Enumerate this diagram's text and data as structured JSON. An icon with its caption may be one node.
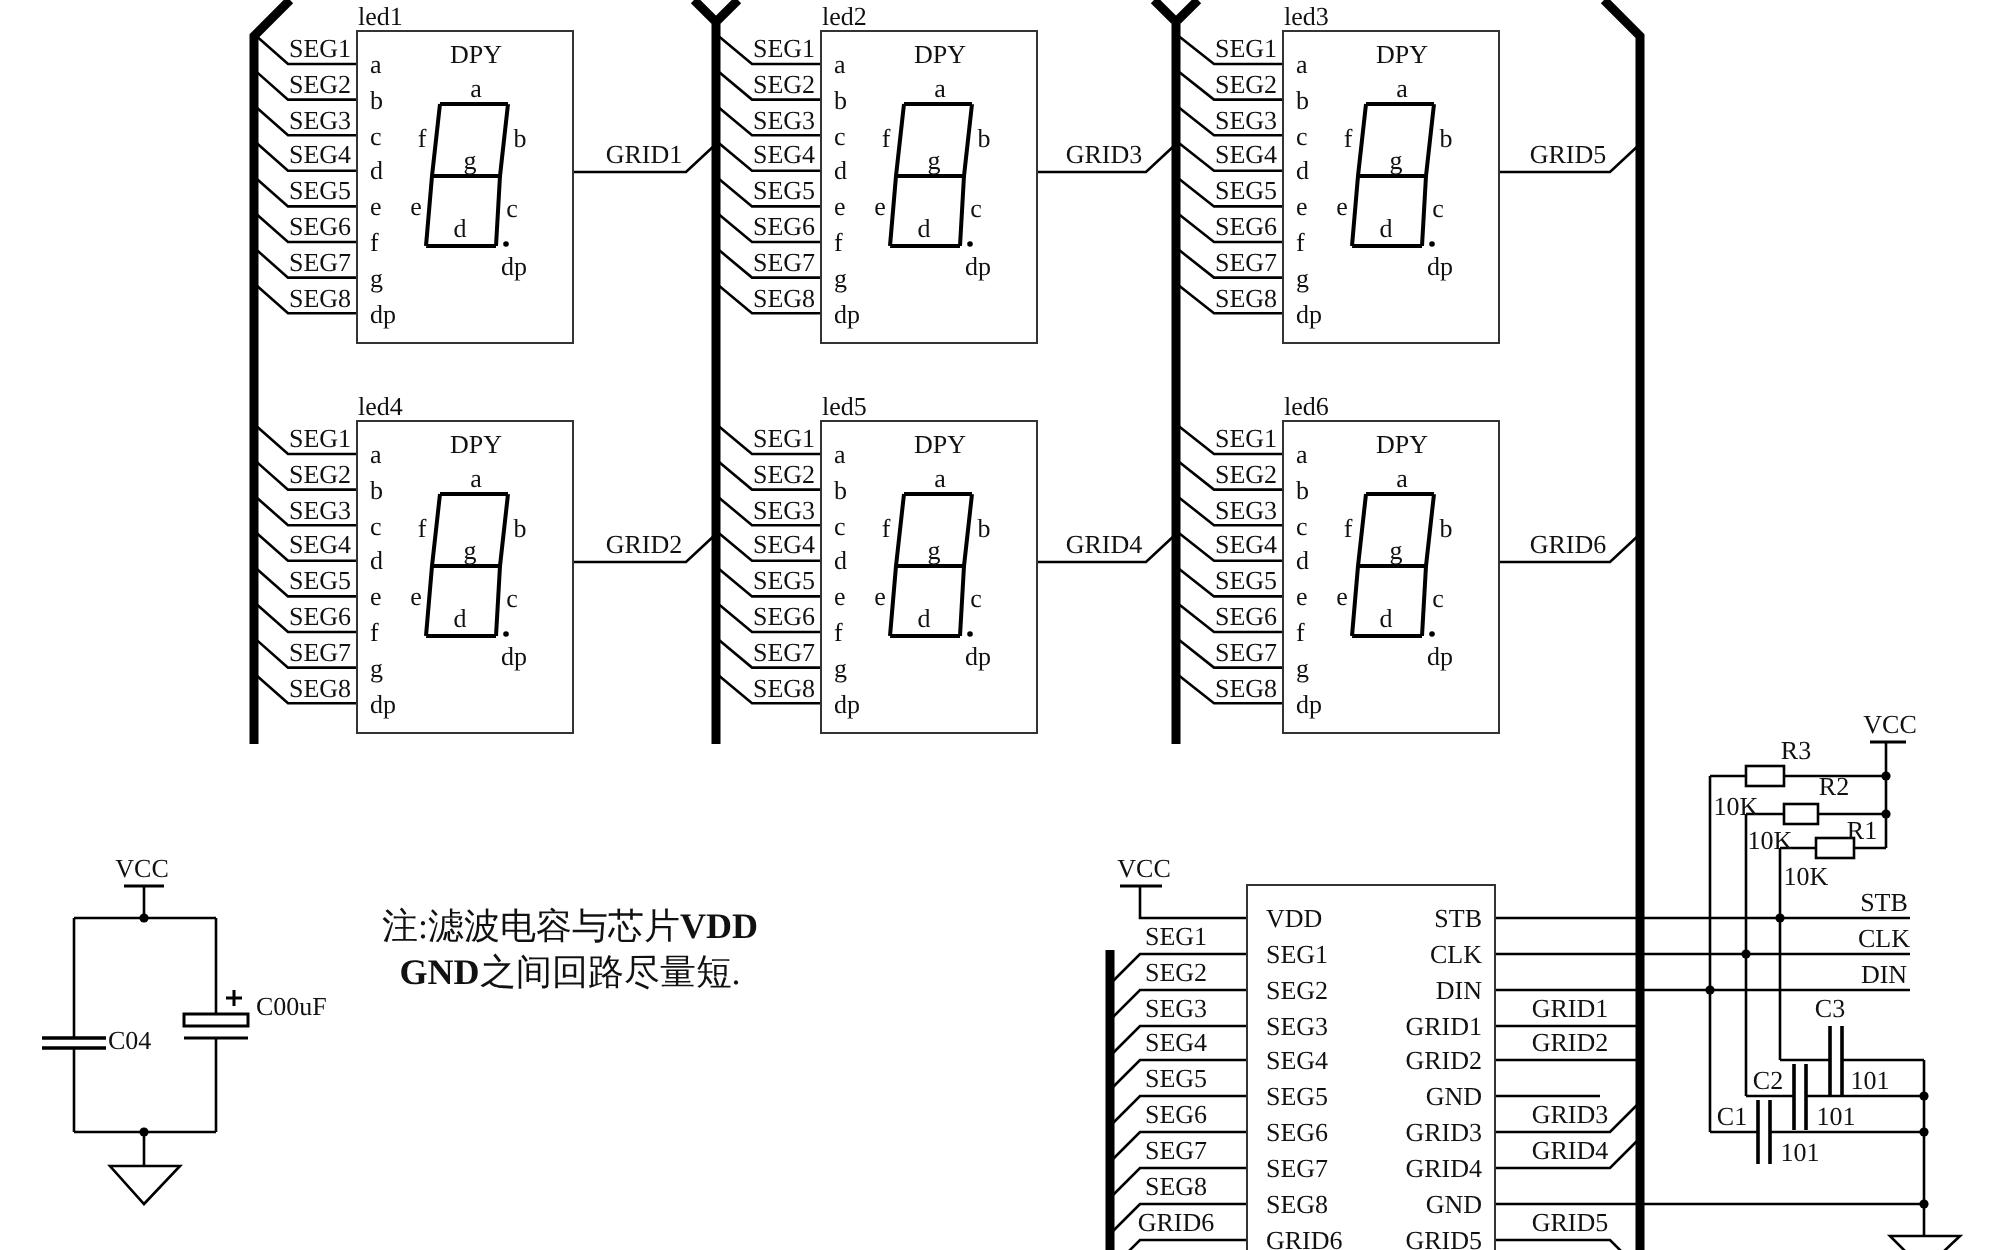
{
  "diagram": {
    "nodes": [
      {
        "text": [
          "led1",
          "DPY",
          "a",
          "b",
          "c",
          "d",
          "e",
          "f",
          "g",
          "dp",
          "a",
          "f",
          "b",
          "g",
          "e",
          "c",
          "d",
          "dp"
        ],
        "beside": [
          "SEG1",
          "SEG2",
          "SEG3",
          "SEG4",
          "SEG5",
          "SEG6",
          "SEG7",
          "SEG8"
        ]
      },
      {
        "text": [
          "led2",
          "DPY",
          "a",
          "b",
          "c",
          "d",
          "e",
          "f",
          "g",
          "dp",
          "a",
          "f",
          "b",
          "g",
          "e",
          "c",
          "d",
          "dp"
        ],
        "beside": [
          "SEG1",
          "SEG2",
          "SEG3",
          "SEG4",
          "SEG5",
          "SEG6",
          "SEG7",
          "SEG8"
        ]
      },
      {
        "text": [
          "led3",
          "DPY",
          "a",
          "b",
          "c",
          "d",
          "e",
          "f",
          "g",
          "dp",
          "a",
          "f",
          "b",
          "g",
          "e",
          "c",
          "d",
          "dp"
        ],
        "beside": [
          "SEG1",
          "SEG2",
          "SEG3",
          "SEG4",
          "SEG5",
          "SEG6",
          "SEG7",
          "SEG8"
        ]
      },
      {
        "text": [
          "led4",
          "DPY",
          "a",
          "b",
          "c",
          "d",
          "e",
          "f",
          "g",
          "dp",
          "a",
          "f",
          "b",
          "g",
          "e",
          "c",
          "d",
          "dp"
        ],
        "beside": [
          "SEG1",
          "SEG2",
          "SEG3",
          "SEG4",
          "SEG5",
          "SEG6",
          "SEG7",
          "SEG8"
        ]
      },
      {
        "text": [
          "led5",
          "DPY",
          "a",
          "b",
          "c",
          "d",
          "e",
          "f",
          "g",
          "dp",
          "a",
          "f",
          "b",
          "g",
          "e",
          "c",
          "d",
          "dp"
        ],
        "beside": [
          "SEG1",
          "SEG2",
          "SEG3",
          "SEG4",
          "SEG5",
          "SEG6",
          "SEG7",
          "SEG8"
        ]
      },
      {
        "text": [
          "led6",
          "DPY",
          "a",
          "b",
          "c",
          "d",
          "e",
          "f",
          "g",
          "dp",
          "a",
          "f",
          "b",
          "g",
          "e",
          "c",
          "d",
          "dp"
        ],
        "beside": [
          "SEG1",
          "SEG2",
          "SEG3",
          "SEG4",
          "SEG5",
          "SEG6",
          "SEG7",
          "SEG8"
        ]
      },
      {
        "text": [
          "VDD",
          "SEG1",
          "SEG2",
          "SEG3",
          "SEG4",
          "SEG5",
          "SEG6",
          "SEG7",
          "SEG8",
          "GRID6",
          "STB",
          "CLK",
          "DIN",
          "GRID1",
          "GRID2",
          "GND",
          "GRID3",
          "GRID4",
          "GND",
          "GRID5"
        ],
        "beside": [
          "VCC",
          "SEG1",
          "SEG2",
          "SEG3",
          "SEG4",
          "SEG5",
          "SEG6",
          "SEG7",
          "SEG8",
          "GRID6"
        ]
      },
      {
        "text": [],
        "shape": "bar"
      },
      {
        "text": [],
        "shape": "bar"
      },
      {
        "text": [],
        "shape": "bar"
      },
      {
        "text": [],
        "shape": "bar"
      },
      {
        "text": [],
        "shape": "bar"
      }
    ],
    "edges": [
      {
        "from": 7,
        "to": 0,
        "arrow": "none"
      },
      {
        "from": 7,
        "to": 0,
        "arrow": "none"
      },
      {
        "from": 7,
        "to": 0,
        "arrow": "none"
      },
      {
        "from": 7,
        "to": 0,
        "arrow": "none"
      },
      {
        "from": 7,
        "to": 0,
        "arrow": "none"
      },
      {
        "from": 7,
        "to": 0,
        "arrow": "none"
      },
      {
        "from": 7,
        "to": 0,
        "arrow": "none"
      },
      {
        "from": 7,
        "to": 0,
        "arrow": "none"
      },
      {
        "from": 0,
        "to": 8,
        "arrow": "none",
        "label": "GRID1"
      },
      {
        "from": 8,
        "to": 1,
        "arrow": "none"
      },
      {
        "from": 8,
        "to": 1,
        "arrow": "none"
      },
      {
        "from": 8,
        "to": 1,
        "arrow": "none"
      },
      {
        "from": 8,
        "to": 1,
        "arrow": "none"
      },
      {
        "from": 8,
        "to": 1,
        "arrow": "none"
      },
      {
        "from": 8,
        "to": 1,
        "arrow": "none"
      },
      {
        "from": 8,
        "to": 1,
        "arrow": "none"
      },
      {
        "from": 8,
        "to": 1,
        "arrow": "none"
      },
      {
        "from": 1,
        "to": 10,
        "arrow": "none",
        "label": "GRID3"
      },
      {
        "from": 10,
        "to": 2,
        "arrow": "none"
      },
      {
        "from": 10,
        "to": 2,
        "arrow": "none"
      },
      {
        "from": 10,
        "to": 2,
        "arrow": "none"
      },
      {
        "from": 10,
        "to": 2,
        "arrow": "none"
      },
      {
        "from": 10,
        "to": 2,
        "arrow": "none"
      },
      {
        "from": 10,
        "to": 2,
        "arrow": "none"
      },
      {
        "from": 10,
        "to": 2,
        "arrow": "none"
      },
      {
        "from": 10,
        "to": 2,
        "arrow": "none"
      },
      {
        "from": 2,
        "to": 11,
        "arrow": "none",
        "label": "GRID5"
      },
      {
        "from": 7,
        "to": 3,
        "arrow": "none"
      },
      {
        "from": 7,
        "to": 3,
        "arrow": "none"
      },
      {
        "from": 7,
        "to": 3,
        "arrow": "none"
      },
      {
        "from": 7,
        "to": 3,
        "arrow": "none"
      },
      {
        "from": 7,
        "to": 3,
        "arrow": "none"
      },
      {
        "from": 7,
        "to": 3,
        "arrow": "none"
      },
      {
        "from": 7,
        "to": 3,
        "arrow": "none"
      },
      {
        "from": 7,
        "to": 3,
        "arrow": "none"
      },
      {
        "from": 3,
        "to": 8,
        "arrow": "none",
        "label": "GRID2"
      },
      {
        "from": 8,
        "to": 4,
        "arrow": "none"
      },
      {
        "from": 8,
        "to": 4,
        "arrow": "none"
      },
      {
        "from": 8,
        "to": 4,
        "arrow": "none"
      },
      {
        "from": 8,
        "to": 4,
        "arrow": "none"
      },
      {
        "from": 8,
        "to": 4,
        "arrow": "none"
      },
      {
        "from": 8,
        "to": 4,
        "arrow": "none"
      },
      {
        "from": 8,
        "to": 4,
        "arrow": "none"
      },
      {
        "from": 8,
        "to": 4,
        "arrow": "none"
      },
      {
        "from": 4,
        "to": 10,
        "arrow": "none",
        "label": "GRID4"
      },
      {
        "from": 10,
        "to": 5,
        "arrow": "none"
      },
      {
        "from": 10,
        "to": 5,
        "arrow": "none"
      },
      {
        "from": 10,
        "to": 5,
        "arrow": "none"
      },
      {
        "from": 10,
        "to": 5,
        "arrow": "none"
      },
      {
        "from": 10,
        "to": 5,
        "arrow": "none"
      },
      {
        "from": 10,
        "to": 5,
        "arrow": "none"
      },
      {
        "from": 10,
        "to": 5,
        "arrow": "none"
      },
      {
        "from": 10,
        "to": 5,
        "arrow": "none"
      },
      {
        "from": 5,
        "to": 11,
        "arrow": "none",
        "label": "GRID6"
      },
      {
        "from": 9,
        "to": 6,
        "arrow": "none"
      },
      {
        "from": 9,
        "to": 6,
        "arrow": "none"
      },
      {
        "from": 9,
        "to": 6,
        "arrow": "none"
      },
      {
        "from": 9,
        "to": 6,
        "arrow": "none"
      },
      {
        "from": 9,
        "to": 6,
        "arrow": "none"
      },
      {
        "from": 9,
        "to": 6,
        "arrow": "none"
      },
      {
        "from": 9,
        "to": 6,
        "arrow": "none"
      },
      {
        "from": 9,
        "to": 6,
        "arrow": "none"
      },
      {
        "from": 9,
        "to": 6,
        "arrow": "none"
      },
      {
        "from": 6,
        "to": 11,
        "arrow": "none",
        "label": "GRID1"
      },
      {
        "from": 6,
        "to": 11,
        "arrow": "none",
        "label": "GRID2"
      },
      {
        "from": 6,
        "to": 11,
        "arrow": "none",
        "label": "GRID3"
      },
      {
        "from": 6,
        "to": 11,
        "arrow": "none",
        "label": "GRID4"
      },
      {
        "from": 6,
        "to": 11,
        "arrow": "none",
        "label": "GRID5"
      }
    ],
    "labels": [
      "VCC",
      "C04",
      "C00uF",
      "注:滤波电容与芯片**VDD** **GND**之间回路尽量短.",
      "VCC",
      "R3",
      "R2",
      "10K",
      "R1",
      "10K",
      "10K",
      "STB",
      "CLK",
      "DIN",
      "C3",
      "101",
      "C2",
      "101",
      "C1",
      "101"
    ]
  }
}
